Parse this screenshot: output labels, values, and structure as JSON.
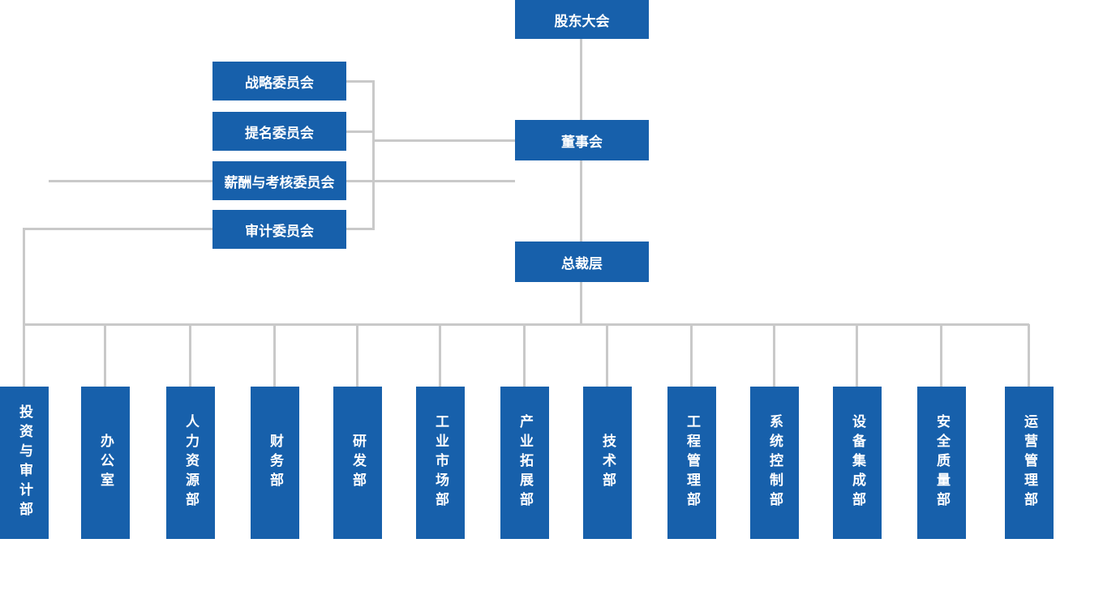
{
  "org": {
    "root": "股东大会",
    "board": "董事会",
    "president": "总裁层",
    "committees": [
      "战略委员会",
      "提名委员会",
      "薪酬与考核委员会",
      "审计委员会"
    ],
    "departments": [
      "投资与审计部",
      "办公室",
      "人力资源部",
      "财务部",
      "研发部",
      "工业市场部",
      "产业拓展部",
      "技术部",
      "工程管理部",
      "系统控制部",
      "设备集成部",
      "安全质量部",
      "运营管理部"
    ],
    "structure": {
      "root_child": "董事会",
      "board_child": "总裁层",
      "committees_report_to": "董事会",
      "departments_report_to": "总裁层",
      "audit_committee_linked_department": "投资与审计部"
    },
    "colors": {
      "node_fill": "#1760ab",
      "node_text": "#ffffff",
      "connector": "#c9c9c9",
      "background": "#ffffff"
    }
  }
}
